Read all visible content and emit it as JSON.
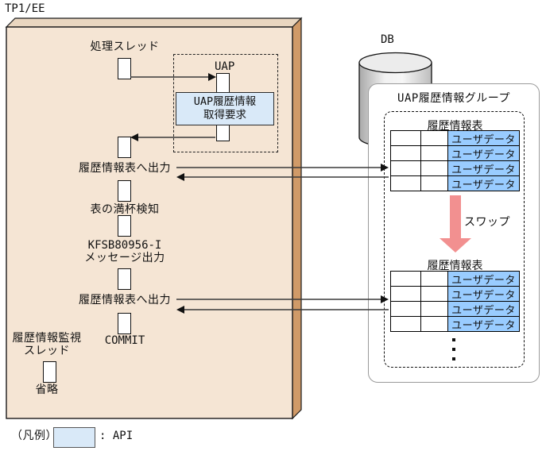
{
  "window": {
    "title": "TP1/EE"
  },
  "colors": {
    "box_front_tan": "#f5e5d4",
    "box_side_tan": "#d09a68",
    "box_top_tan": "#e9d6c0",
    "api_box_blue": "#d9e9f8",
    "user_data_blue": "#99ccff",
    "swap_arrow_pink": "#f29090"
  },
  "tp1": {
    "thread_label": "処理スレッド",
    "uap_label": "UAP",
    "api_request_line1": "UAP履歴情報",
    "api_request_line2": "取得要求",
    "step_output1": "履歴情報表へ出力",
    "step_table_full": "表の満杯検知",
    "step_msg_line1": "KFSB80956-I",
    "step_msg_line2": "メッセージ出力",
    "step_output2": "履歴情報表へ出力",
    "step_commit": "COMMIT",
    "monitor_line1": "履歴情報監視",
    "monitor_line2": "スレッド",
    "omitted_label": "省略"
  },
  "db": {
    "label": "DB"
  },
  "group": {
    "title": "UAP履歴情報グループ",
    "swap_label": "スワップ",
    "table1": {
      "title": "履歴情報表",
      "rows": [
        "ユーザデータ",
        "ユーザデータ",
        "ユーザデータ",
        "ユーザデータ"
      ]
    },
    "table2": {
      "title": "履歴情報表",
      "rows": [
        "ユーザデータ",
        "ユーザデータ",
        "ユーザデータ",
        "ユーザデータ"
      ]
    }
  },
  "legend": {
    "label": "（凡例）",
    "desc": ": API"
  }
}
